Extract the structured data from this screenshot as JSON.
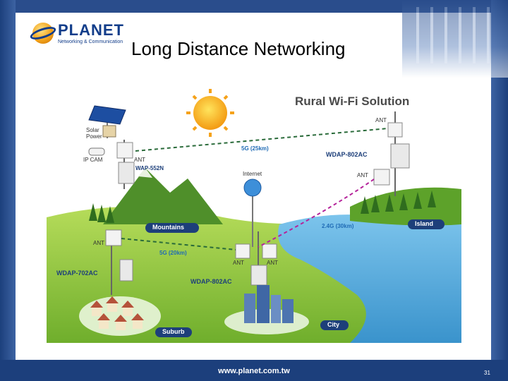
{
  "slide": {
    "title": "Long Distance Networking",
    "footer_url": "www.planet.com.tw",
    "page_number": "31"
  },
  "logo": {
    "brand": "PLANET",
    "tagline": "Networking & Communication"
  },
  "diagram": {
    "heading": "Rural Wi-Fi Solution",
    "labels": {
      "solar_power": "Solar Power",
      "ip_cam": "IP CAM",
      "ant_wap": "ANT",
      "wap_model": "WAP-552N",
      "link_5g_25": "5G (25km)",
      "ant_island_top": "ANT",
      "wdap_island": "WDAP-802AC",
      "ant_island_bottom": "ANT",
      "internet": "Internet",
      "mountains": "Mountains",
      "island": "Island",
      "link_24g_30": "2.4G (30km)",
      "ant_suburb": "ANT",
      "link_5g_20": "5G (20km)",
      "wdap_suburb": "WDAP-702AC",
      "ant_city_left": "ANT",
      "ant_city_right": "ANT",
      "wdap_city": "WDAP-802AC",
      "suburb": "Suburb",
      "city": "City"
    },
    "colors": {
      "sky": "#ffffff",
      "grass": "#8cc63f",
      "water": "#4aa3d8",
      "link": "#2a6b3a",
      "link_text": "#1f6bb5",
      "tag": "#1d3f7a"
    }
  }
}
